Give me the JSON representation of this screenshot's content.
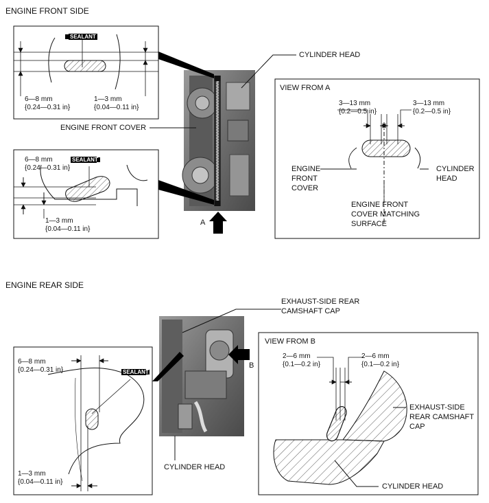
{
  "front": {
    "title": "ENGINE FRONT SIDE",
    "cylinder_head": "CYLINDER HEAD",
    "engine_front_cover": "ENGINE FRONT COVER",
    "arrow_a": "A",
    "inset_top": {
      "sealant": "SEALANT",
      "left_mm": "6—8 mm",
      "left_in": "{0.24—0.31 in}",
      "right_mm": "1—3 mm",
      "right_in": "{0.04—0.11 in}"
    },
    "inset_bottom": {
      "sealant": "SEALANT",
      "top_mm": "6—8 mm",
      "top_in": "{0.24—0.31 in}",
      "bot_mm": "1—3 mm",
      "bot_in": "{0.04—0.11 in}"
    },
    "view_a": {
      "title": "VIEW FROM A",
      "left_mm": "3—13 mm",
      "left_in": "{0.2—0.5 in}",
      "right_mm": "3—13 mm",
      "right_in": "{0.2—0.5 in}",
      "engine_front_cover": [
        "ENGINE",
        "FRONT",
        "COVER"
      ],
      "cylinder_head": [
        "CYLINDER",
        "HEAD"
      ],
      "matching_surface": [
        "ENGINE FRONT",
        "COVER MATCHING",
        "SURFACE"
      ]
    }
  },
  "rear": {
    "title": "ENGINE REAR SIDE",
    "exhaust_cap": [
      "EXHAUST-SIDE REAR",
      "CAMSHAFT CAP"
    ],
    "cylinder_head": "CYLINDER HEAD",
    "arrow_b": "B",
    "inset": {
      "sealant": "SEALANT",
      "top_mm": "6—8 mm",
      "top_in": "{0.24—0.31 in}",
      "bot_mm": "1—3 mm",
      "bot_in": "{0.04—0.11 in}"
    },
    "view_b": {
      "title": "VIEW FROM B",
      "left_mm": "2—6 mm",
      "left_in": "{0.1—0.2 in}",
      "right_mm": "2—6 mm",
      "right_in": "{0.1—0.2 in}",
      "exhaust_cap": [
        "EXHAUST-SIDE",
        "REAR CAMSHAFT",
        "CAP"
      ],
      "cylinder_head": "CYLINDER HEAD"
    }
  }
}
